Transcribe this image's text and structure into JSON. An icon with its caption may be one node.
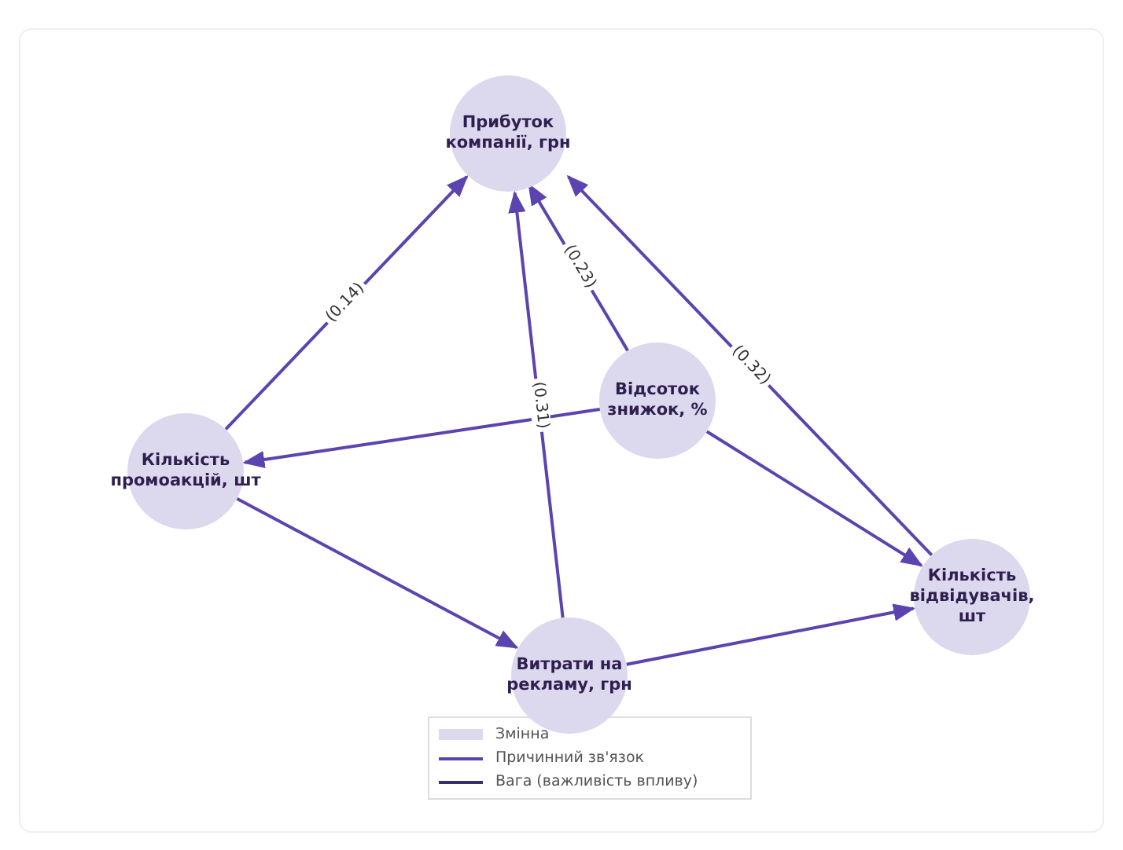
{
  "diagram": {
    "nodes": [
      {
        "text": [
          "Прибуток компанії, грн"
        ]
      },
      {
        "text": [
          "Відсоток знижок, %"
        ]
      },
      {
        "text": [
          "Кількість промоакцій, шт"
        ]
      },
      {
        "text": [
          "Витрати на рекламу, грн"
        ]
      },
      {
        "text": [
          "Кількість відвідувачів, шт"
        ]
      }
    ],
    "edges": [
      {
        "from": 2,
        "to": 0,
        "arrow": "to",
        "label": "(0.14)"
      },
      {
        "from": 1,
        "to": 0,
        "arrow": "to",
        "label": "(0.23)"
      },
      {
        "from": 4,
        "to": 0,
        "arrow": "to",
        "label": "(0.32)"
      },
      {
        "from": 3,
        "to": 0,
        "arrow": "to",
        "label": "(0.31)"
      },
      {
        "from": 1,
        "to": 2,
        "arrow": "to"
      },
      {
        "from": 1,
        "to": 4,
        "arrow": "to"
      },
      {
        "from": 2,
        "to": 3,
        "arrow": "to"
      },
      {
        "from": 3,
        "to": 4,
        "arrow": "to"
      }
    ],
    "legend": [
      {
        "text": "Змінна",
        "color": "#dcd9ee"
      },
      {
        "text": "Причинний зв'язок"
      },
      {
        "text": "Вага (важливість впливу)"
      }
    ]
  }
}
